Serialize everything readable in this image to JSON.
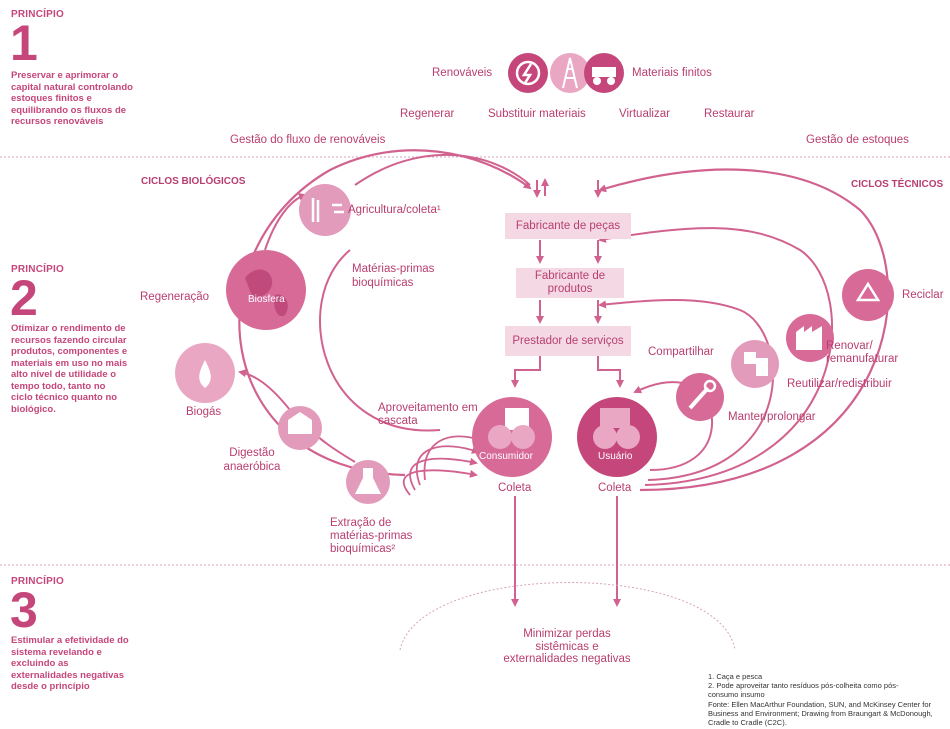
{
  "colors": {
    "accent": "#c5467a",
    "accent_light": "#e9a7c3",
    "box_fill": "#f4d9e4",
    "line": "#d1628f"
  },
  "principles": [
    {
      "label": "PRINCÍPIO",
      "number": "1",
      "description": "Preservar e aprimorar o capital natural controlando estoques finitos e equilibrando os fluxos de recursos renováveis"
    },
    {
      "label": "PRINCÍPIO",
      "number": "2",
      "description": "Otimizar o rendimento de recursos fazendo circular produtos, componentes e materiais em uso no mais alto nível de utilidade o tempo todo, tanto no ciclo técnico quanto no biológico."
    },
    {
      "label": "PRINCÍPIO",
      "number": "3",
      "description": "Estimular a efetividade do sistema revelando e excluindo as externalidades negativas desde o princípio"
    }
  ],
  "top": {
    "renewables": "Renováveis",
    "finite": "Materiais finitos",
    "actions": [
      "Regenerar",
      "Substituir materiais",
      "Virtualizar",
      "Restaurar"
    ],
    "left_flow": "Gestão do fluxo de renováveis",
    "right_flow": "Gestão de estoques"
  },
  "biological": {
    "title": "CICLOS BIOLÓGICOS",
    "agriculture": "Agricultura/coleta¹",
    "raw_materials": "Matérias-primas bioquímicas",
    "regeneration": "Regeneração",
    "biosphere": "Biosfera",
    "biogas": "Biogás",
    "anaerobic": "Digestão anaeróbica",
    "cascade": "Aproveitamento em cascata",
    "extraction": "Extração de matérias-primas bioquímicas²",
    "consumer": "Consumidor",
    "collection": "Coleta"
  },
  "chain": {
    "parts": "Fabricante de peças",
    "products": "Fabricante de produtos",
    "services": "Prestador de serviços"
  },
  "technical": {
    "title": "CICLOS TÉCNICOS",
    "recycle": "Reciclar",
    "refurbish": "Renovar/ remanufaturar",
    "reuse": "Reutilizar/redistribuir",
    "share": "Compartilhar",
    "maintain": "Manter/prolongar",
    "user": "Usuário",
    "collection": "Coleta"
  },
  "bottom": {
    "minimize": "Minimizar perdas sistêmicas e externalidades negativas"
  },
  "footnotes": {
    "note1": "1. Caça e pesca",
    "note2": "2. Pode aproveitar tanto resíduos pós-colheita como pós-consumo insumo",
    "source": "Fonte: Ellen MacArthur Foundation, SUN, and McKinsey Center for Business and Environment; Drawing from Braungart & McDonough, Cradle to Cradle (C2C)."
  }
}
